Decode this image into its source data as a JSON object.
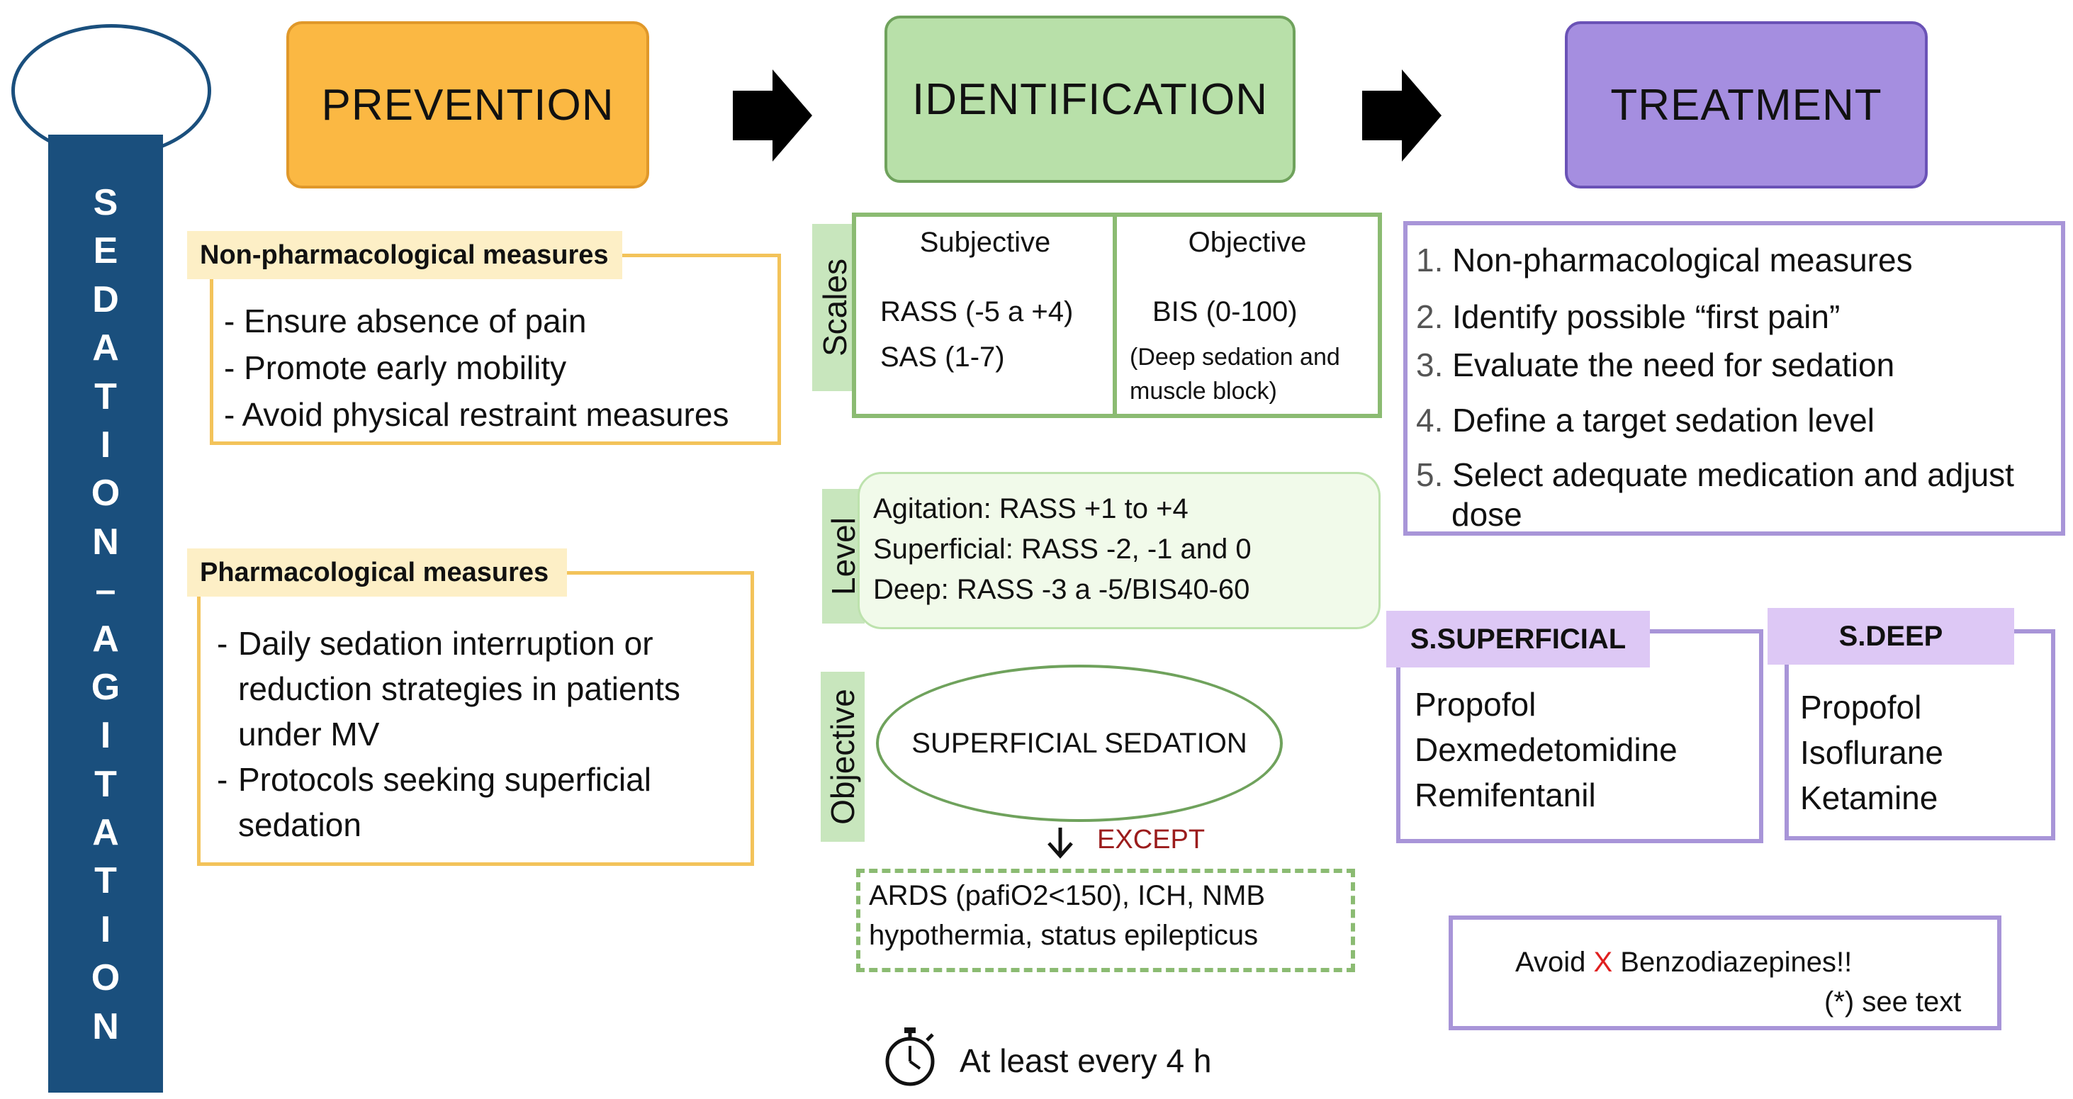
{
  "side_band": {
    "label": "SEDATION–AGITATION",
    "color": "#1a4f7d"
  },
  "headers": {
    "prevention": "PREVENTION",
    "identification": "IDENTIFICATION",
    "treatment": "TREATMENT"
  },
  "colors": {
    "prevention": "#fbb843",
    "identification": "#b8e0a9",
    "treatment": "#a58ee0"
  },
  "prevention": {
    "non_pharm": {
      "title": "Non-pharmacological measures",
      "items": [
        "- Ensure absence of pain",
        "- Promote early mobility",
        "- Avoid physical restraint measures"
      ]
    },
    "pharm": {
      "title": "Pharmacological measures",
      "items": [
        {
          "dash": "-",
          "lines": [
            "Daily sedation interruption or",
            "reduction strategies in patients",
            "under MV"
          ]
        },
        {
          "dash": "-",
          "lines": [
            "Protocols seeking superficial",
            "sedation"
          ]
        }
      ]
    }
  },
  "identification": {
    "scales": {
      "label": "Scales",
      "subjective": {
        "title": "Subjective",
        "items": [
          "RASS (-5 a +4)",
          "SAS (1-7)"
        ]
      },
      "objective": {
        "title": "Objective",
        "item": "BIS (0-100)",
        "note": [
          "(Deep sedation and",
          "muscle block)"
        ]
      }
    },
    "level": {
      "label": "Level",
      "items": [
        "Agitation: RASS +1 to +4",
        "Superficial: RASS -2, -1 and 0",
        "Deep: RASS -3 a -5/BIS40-60"
      ]
    },
    "objective": {
      "label": "Objective",
      "target": "SUPERFICIAL SEDATION",
      "except_label": "EXCEPT",
      "except_color": "#9b1c1c",
      "exceptions": [
        "ARDS (pafiO2<150), ICH, NMB",
        "hypothermia, status epilepticus"
      ]
    },
    "frequency": "At least every 4 h"
  },
  "treatment": {
    "steps": [
      {
        "num": "1.",
        "text": "Non-pharmacological measures"
      },
      {
        "num": "2.",
        "text": "Identify possible “first pain”"
      },
      {
        "num": "3.",
        "text": "Evaluate the need for sedation"
      },
      {
        "num": "4.",
        "text": "Define a target sedation level"
      },
      {
        "num": "5.",
        "text": "Select adequate medication and adjust",
        "text2": "dose"
      }
    ],
    "superficial": {
      "title": "S.SUPERFICIAL",
      "drugs": [
        "Propofol",
        "Dexmedetomidine",
        "Remifentanil"
      ]
    },
    "deep": {
      "title": "S.DEEP",
      "drugs": [
        "Propofol",
        "Isoflurane",
        "Ketamine"
      ]
    },
    "warning": {
      "pre": "Avoid",
      "mark": "X",
      "post": "Benzodiazepines!!",
      "note": "(*) see text",
      "mark_color": "#e02020"
    }
  }
}
